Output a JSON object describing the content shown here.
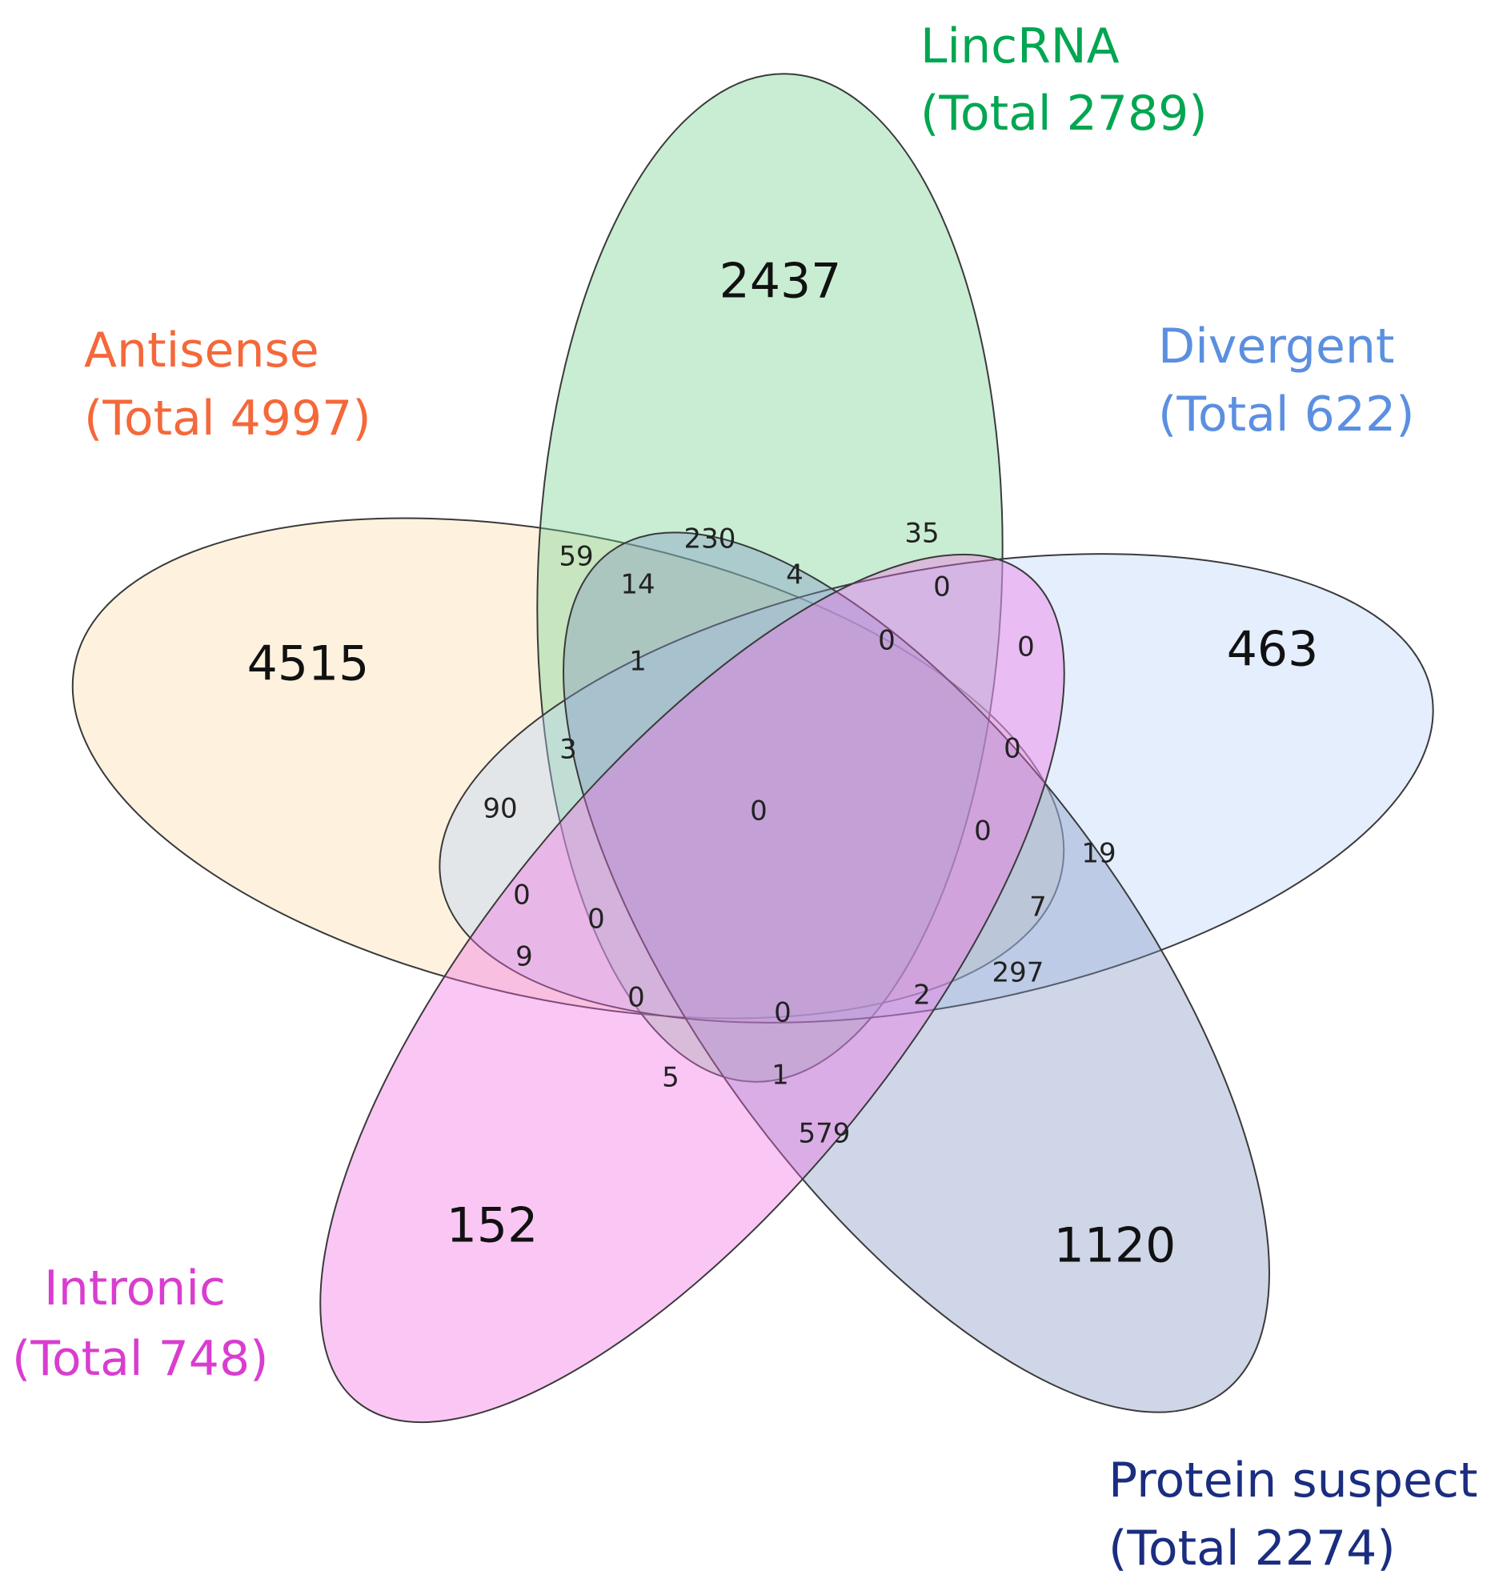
{
  "sets": [
    {
      "id": "lincrna",
      "name": "LincRNA",
      "total_label": "(Total 2789)",
      "color": "#6fd08c",
      "label_color": "#00a651",
      "unique": "2437"
    },
    {
      "id": "divergent",
      "name": "Divergent",
      "total_label": "(Total 622)",
      "color": "#b8d3f9",
      "label_color": "#5b8fe0",
      "unique": "463"
    },
    {
      "id": "protein",
      "name": "Protein suspect",
      "total_label": "(Total 2274)",
      "color": "#7f93c0",
      "label_color": "#1a2d80",
      "unique": "1120"
    },
    {
      "id": "intronic",
      "name": "Intronic",
      "total_label": "(Total 748)",
      "color": "#f26ce4",
      "label_color": "#d93dd0",
      "unique": "152"
    },
    {
      "id": "antisense",
      "name": "Antisense",
      "total_label": "(Total 4997)",
      "color": "#fddcaa",
      "label_color": "#f4683a",
      "unique": "4515"
    }
  ],
  "overlap_counts": [
    "59",
    "230",
    "35",
    "14",
    "4",
    "0",
    "0",
    "0",
    "1",
    "0",
    "3",
    "90",
    "0",
    "0",
    "19",
    "0",
    "0",
    "7",
    "9",
    "297",
    "0",
    "0",
    "2",
    "5",
    "1",
    "579"
  ]
}
